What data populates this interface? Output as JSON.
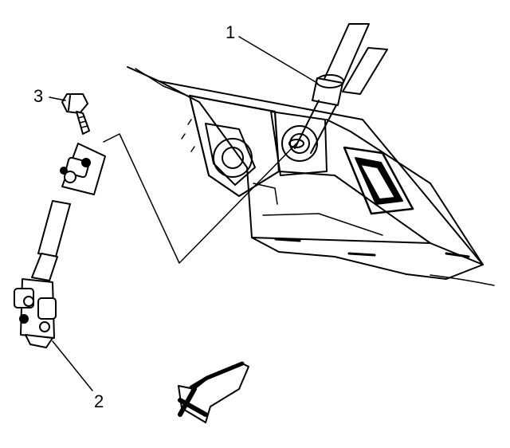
{
  "callouts": [
    {
      "label": "1"
    },
    {
      "label": "2"
    },
    {
      "label": "3"
    }
  ],
  "colors": {
    "ink": "#000000",
    "paper": "#ffffff"
  }
}
